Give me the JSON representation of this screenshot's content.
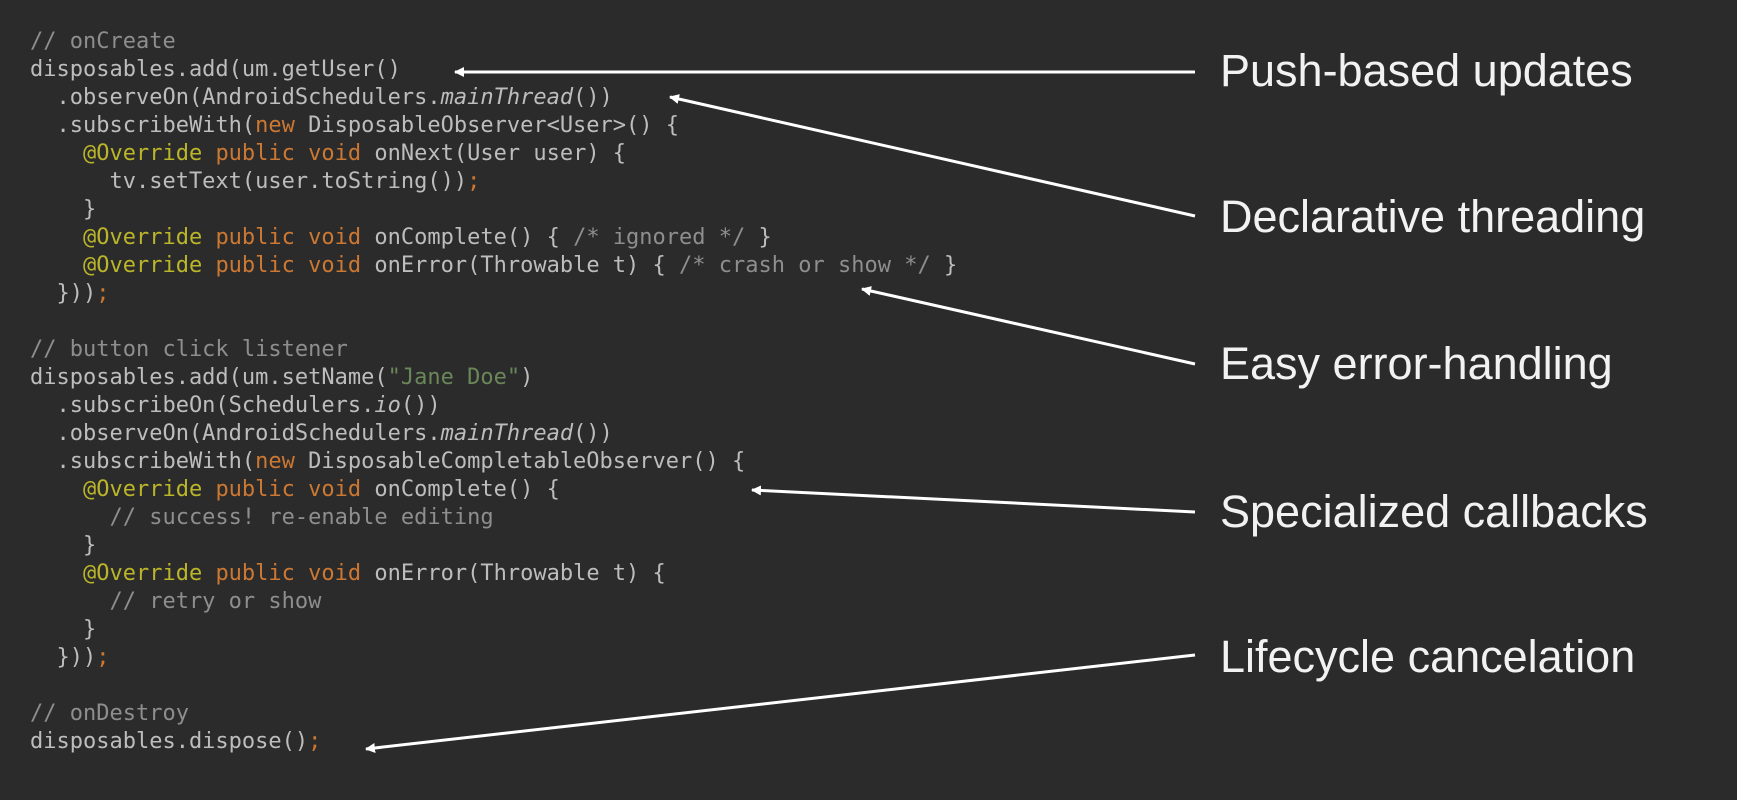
{
  "code": {
    "lines": [
      [
        {
          "t": "// onCreate",
          "c": "comment"
        }
      ],
      [
        {
          "t": "disposables.add(um.getUser()",
          "c": "plain"
        }
      ],
      [
        {
          "t": "  .observeOn(AndroidSchedulers.",
          "c": "plain"
        },
        {
          "t": "mainThread",
          "c": "ital"
        },
        {
          "t": "())",
          "c": "plain"
        }
      ],
      [
        {
          "t": "  .subscribeWith(",
          "c": "plain"
        },
        {
          "t": "new ",
          "c": "kw"
        },
        {
          "t": "DisposableObserver<User>() {",
          "c": "plain"
        }
      ],
      [
        {
          "t": "    ",
          "c": "plain"
        },
        {
          "t": "@Override ",
          "c": "ann"
        },
        {
          "t": "public void ",
          "c": "kw"
        },
        {
          "t": "onNext(User user) {",
          "c": "plain"
        }
      ],
      [
        {
          "t": "      tv.setText(user.toString())",
          "c": "plain"
        },
        {
          "t": ";",
          "c": "kw"
        }
      ],
      [
        {
          "t": "    }",
          "c": "plain"
        }
      ],
      [
        {
          "t": "    ",
          "c": "plain"
        },
        {
          "t": "@Override ",
          "c": "ann"
        },
        {
          "t": "public void ",
          "c": "kw"
        },
        {
          "t": "onComplete() { ",
          "c": "plain"
        },
        {
          "t": "/* ignored */",
          "c": "comment"
        },
        {
          "t": " }",
          "c": "plain"
        }
      ],
      [
        {
          "t": "    ",
          "c": "plain"
        },
        {
          "t": "@Override ",
          "c": "ann"
        },
        {
          "t": "public void ",
          "c": "kw"
        },
        {
          "t": "onError(Throwable t) { ",
          "c": "plain"
        },
        {
          "t": "/* crash or show */",
          "c": "comment"
        },
        {
          "t": " }",
          "c": "plain"
        }
      ],
      [
        {
          "t": "  }))",
          "c": "plain"
        },
        {
          "t": ";",
          "c": "kw"
        }
      ],
      [
        {
          "t": "",
          "c": "plain"
        }
      ],
      [
        {
          "t": "// button click listener",
          "c": "comment"
        }
      ],
      [
        {
          "t": "disposables.add(um.setName(",
          "c": "plain"
        },
        {
          "t": "\"Jane Doe\"",
          "c": "str"
        },
        {
          "t": ")",
          "c": "plain"
        }
      ],
      [
        {
          "t": "  .subscribeOn(Schedulers.",
          "c": "plain"
        },
        {
          "t": "io",
          "c": "ital"
        },
        {
          "t": "())",
          "c": "plain"
        }
      ],
      [
        {
          "t": "  .observeOn(AndroidSchedulers.",
          "c": "plain"
        },
        {
          "t": "mainThread",
          "c": "ital"
        },
        {
          "t": "())",
          "c": "plain"
        }
      ],
      [
        {
          "t": "  .subscribeWith(",
          "c": "plain"
        },
        {
          "t": "new ",
          "c": "kw"
        },
        {
          "t": "DisposableCompletableObserver() {",
          "c": "plain"
        }
      ],
      [
        {
          "t": "    ",
          "c": "plain"
        },
        {
          "t": "@Override ",
          "c": "ann"
        },
        {
          "t": "public void ",
          "c": "kw"
        },
        {
          "t": "onComplete() {",
          "c": "plain"
        }
      ],
      [
        {
          "t": "      // success! re-enable editing",
          "c": "comment"
        }
      ],
      [
        {
          "t": "    }",
          "c": "plain"
        }
      ],
      [
        {
          "t": "    ",
          "c": "plain"
        },
        {
          "t": "@Override ",
          "c": "ann"
        },
        {
          "t": "public void ",
          "c": "kw"
        },
        {
          "t": "onError(Throwable t) {",
          "c": "plain"
        }
      ],
      [
        {
          "t": "      // retry or show",
          "c": "comment"
        }
      ],
      [
        {
          "t": "    }",
          "c": "plain"
        }
      ],
      [
        {
          "t": "  }))",
          "c": "plain"
        },
        {
          "t": ";",
          "c": "kw"
        }
      ],
      [
        {
          "t": "",
          "c": "plain"
        }
      ],
      [
        {
          "t": "// onDestroy",
          "c": "comment"
        }
      ],
      [
        {
          "t": "disposables.dispose()",
          "c": "plain"
        },
        {
          "t": ";",
          "c": "kw"
        }
      ]
    ]
  },
  "labels": [
    {
      "id": "push",
      "text": "Push-based updates"
    },
    {
      "id": "threading",
      "text": "Declarative threading"
    },
    {
      "id": "error",
      "text": "Easy error-handling"
    },
    {
      "id": "callbacks",
      "text": "Specialized callbacks"
    },
    {
      "id": "lifecycle",
      "text": "Lifecycle cancelation"
    }
  ],
  "colors": {
    "background": "#2b2b2b",
    "code_text": "#bdbdbd",
    "comment": "#8e8e8e",
    "keyword": "#cc7832",
    "annotation": "#bbb529",
    "string": "#6a8759",
    "label_text": "#f2f2f2",
    "arrow": "#ffffff"
  }
}
